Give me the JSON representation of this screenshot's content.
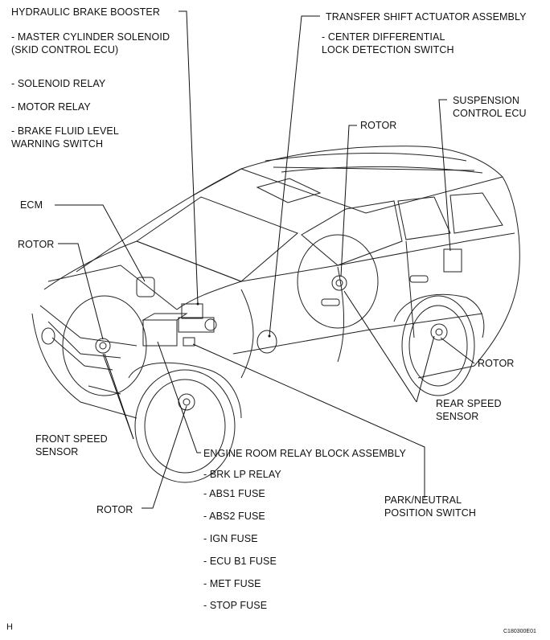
{
  "labels": {
    "hydraulic_booster": "HYDRAULIC BRAKE BOOSTER",
    "master_cyl": "- MASTER CYLINDER SOLENOID\n(SKID CONTROL ECU)",
    "solenoid_relay": "- SOLENOID RELAY",
    "motor_relay": "- MOTOR RELAY",
    "fluid_switch": "- BRAKE FLUID LEVEL\nWARNING SWITCH",
    "ecm": "ECM",
    "rotor_front_left": "ROTOR",
    "transfer_actuator": "TRANSFER SHIFT ACTUATOR ASSEMBLY",
    "center_diff": "- CENTER DIFFERENTIAL\nLOCK DETECTION SWITCH",
    "suspension_ecu": "SUSPENSION\nCONTROL ECU",
    "rotor_rear_top": "ROTOR",
    "rotor_rear_right": "ROTOR",
    "rear_speed_sensor": "REAR SPEED\nSENSOR",
    "front_speed_sensor": "FRONT SPEED\nSENSOR",
    "relay_block": "ENGINE ROOM RELAY BLOCK ASSEMBLY",
    "relay_items": [
      "- BRK LP RELAY",
      "- ABS1 FUSE",
      "- ABS2 FUSE",
      "- IGN FUSE",
      "- ECU B1 FUSE",
      "- MET FUSE",
      "- STOP FUSE"
    ],
    "park_neutral": "PARK/NEUTRAL\nPOSITION SWITCH",
    "rotor_front_bottom": "ROTOR"
  },
  "corner_mark": "H",
  "figure_code": "C180300E01"
}
